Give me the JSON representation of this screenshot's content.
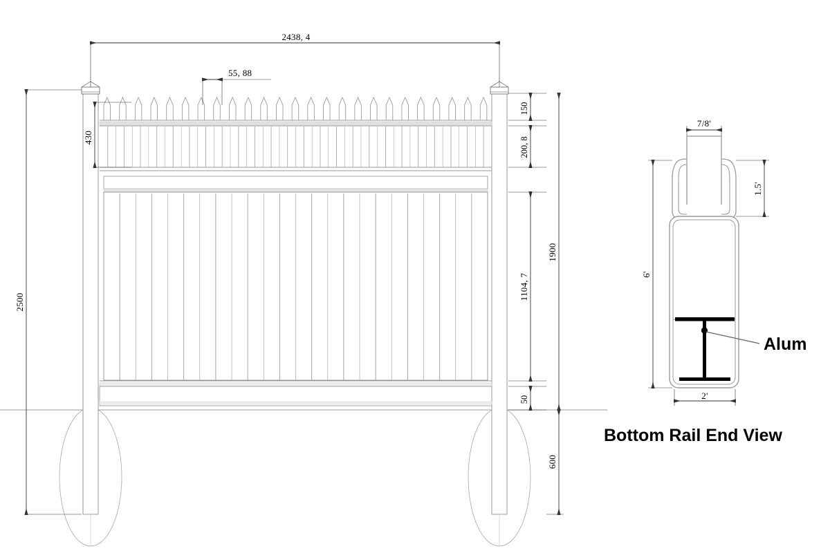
{
  "drawing": {
    "type": "technical-drawing",
    "subject": "Vinyl privacy fence panel elevation with bottom rail cross-section",
    "line_color": "#9a9a9a",
    "dim_color": "#333333",
    "text_color": "#000000",
    "background": "#ffffff"
  },
  "elevation": {
    "name": "Fence Panel Elevation",
    "dimensions": {
      "overall_width": "2438, 4",
      "picket_pitch": "55, 88",
      "post_total_height": "2500",
      "picket_section_height": "430",
      "top_cap_to_rail": "150",
      "upper_rail_band": "200, 8",
      "privacy_panel_height": "1104, 7",
      "bottom_rail_height": "50",
      "above_grade_height": "1900",
      "below_grade_depth": "600"
    },
    "picket_count": 25,
    "board_count": 24,
    "baluster_count": 48
  },
  "section": {
    "title": "Bottom Rail End View",
    "dimensions": {
      "neck_width": "7/8'",
      "neck_height": "1.5'",
      "overall_height": "6'",
      "overall_width": "2'"
    },
    "callout": {
      "label": "Alum",
      "description": "aluminum-stiffener-i-beam"
    }
  }
}
